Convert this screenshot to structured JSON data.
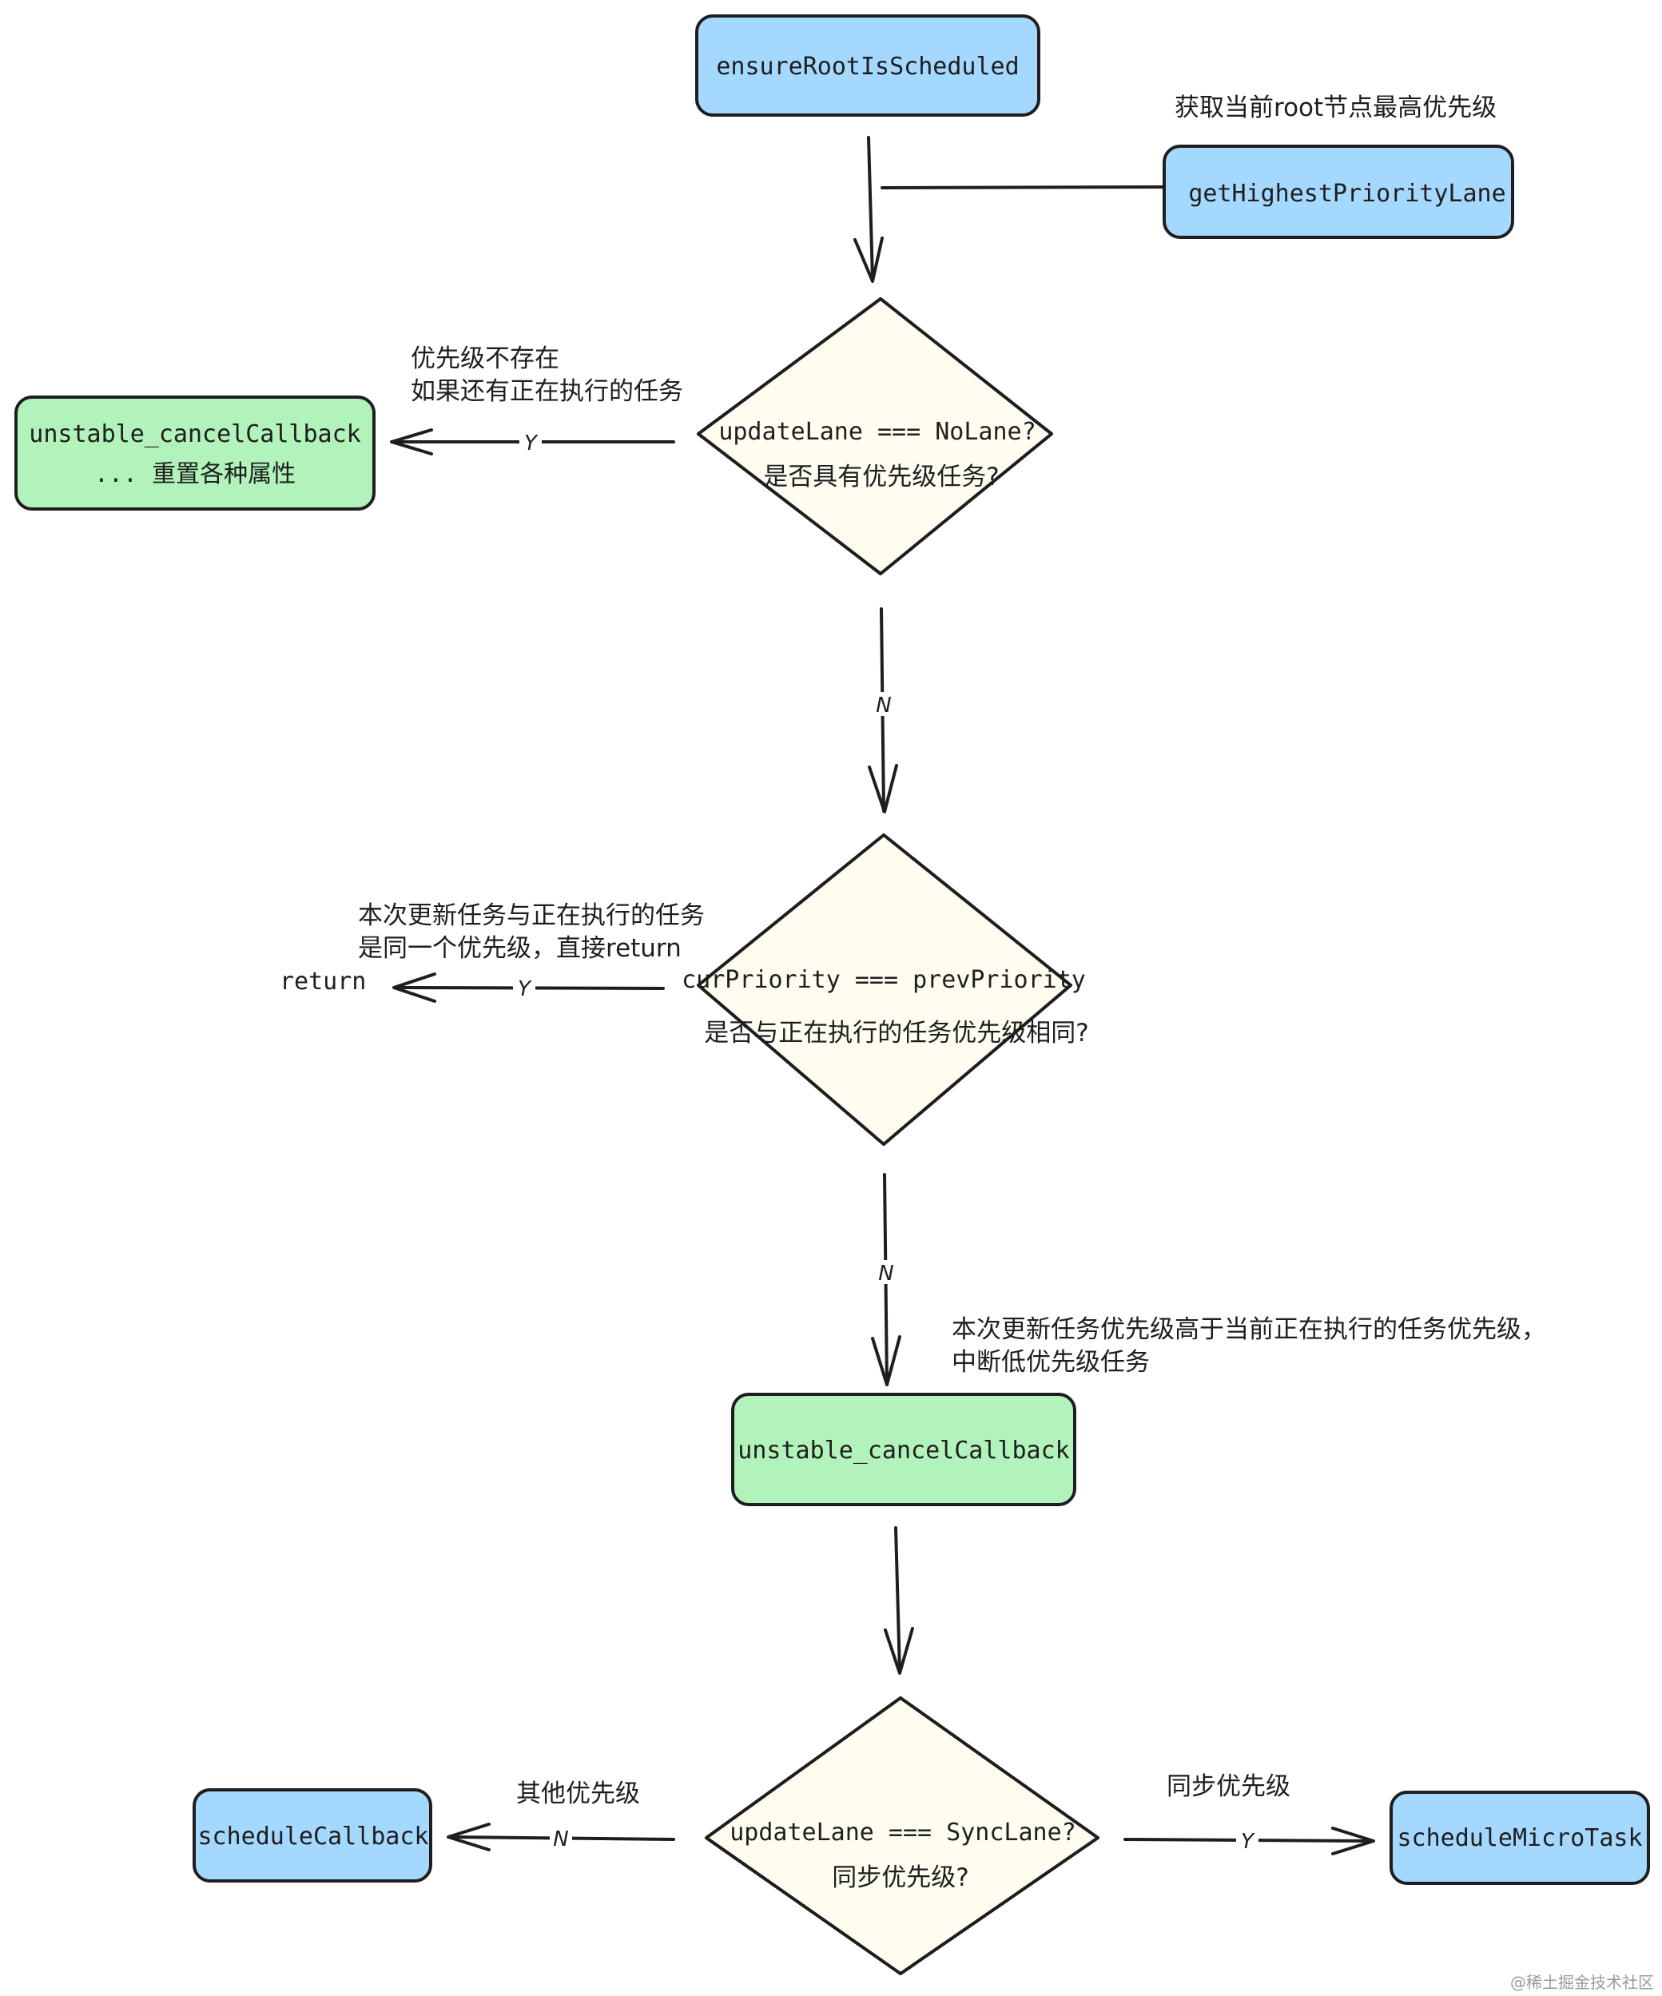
{
  "nodes": {
    "ensure_root": {
      "label": "ensureRootIsScheduled",
      "color": "#a5d8ff"
    },
    "get_highest": {
      "label": "getHighestPriorityLane",
      "color": "#a5d8ff"
    },
    "cancel_top": {
      "line1": "unstable_cancelCallback",
      "line2": "... 重置各种属性",
      "color": "#b2f2bb"
    },
    "decision_1": {
      "line1": "updateLane === NoLane?",
      "line2": "是否具有优先级任务?",
      "color": "#fff3bf"
    },
    "return_text": {
      "label": "return"
    },
    "decision_2": {
      "line1": "curPriority === prevPriority",
      "line2": "是否与正在执行的任务优先级相同?",
      "color": "#fff3bf"
    },
    "cancel_mid": {
      "label": "unstable_cancelCallback",
      "color": "#b2f2bb"
    },
    "decision_3": {
      "line1": "updateLane === SyncLane?",
      "line2": "同步优先级?",
      "color": "#fff3bf"
    },
    "schedule_callback": {
      "label": "scheduleCallback",
      "color": "#a5d8ff"
    },
    "schedule_micro": {
      "label": "scheduleMicroTask",
      "color": "#a5d8ff"
    }
  },
  "notes": {
    "get_highest_note": "获取当前root节点最高优先级",
    "no_priority_note_1": "优先级不存在",
    "no_priority_note_2": "如果还有正在执行的任务",
    "same_priority_note_1": "本次更新任务与正在执行的任务",
    "same_priority_note_2": "是同一个优先级，直接return",
    "higher_priority_note_1": "本次更新任务优先级高于当前正在执行的任务优先级，",
    "higher_priority_note_2": "中断低优先级任务",
    "other_priority_note": "其他优先级",
    "sync_priority_note": "同步优先级"
  },
  "edge_labels": {
    "d1_yes": "Y",
    "d1_no": "N",
    "d2_yes": "Y",
    "d2_no": "N",
    "d3_no": "N",
    "d3_yes": "Y"
  },
  "watermark": "@稀土掘金技术社区"
}
